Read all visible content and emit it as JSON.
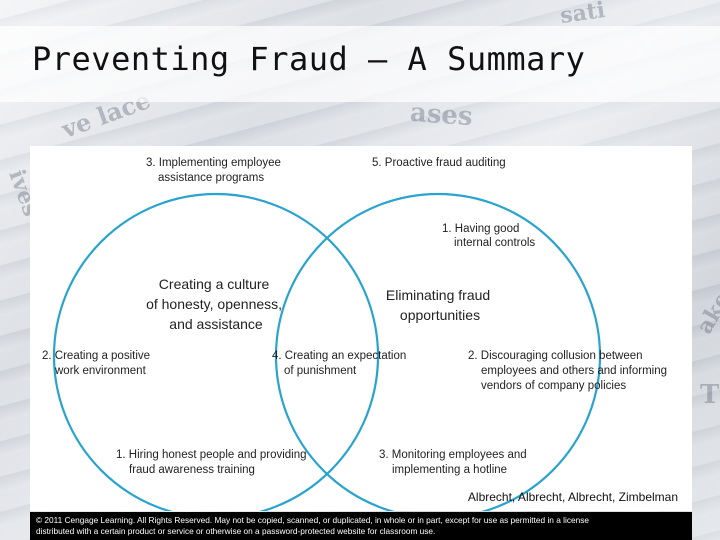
{
  "title": "Preventing Fraud – A Summary",
  "diagram": {
    "left_center": [
      "Creating a culture",
      "of honesty, openness,",
      "and assistance"
    ],
    "right_center": [
      "Eliminating fraud",
      "opportunities"
    ],
    "labels": {
      "top_left": [
        "3. Implementing employee",
        "assistance programs"
      ],
      "top_right": [
        "5. Proactive fraud auditing"
      ],
      "internal_controls": [
        "1. Having good",
        "internal controls"
      ],
      "left": [
        "2. Creating a positive",
        "work environment"
      ],
      "middle": [
        "4. Creating an expectation",
        "of punishment"
      ],
      "right": [
        "2. Discouraging collusion between",
        "employees and others and informing",
        "vendors of company policies"
      ],
      "bottom_left": [
        "1. Hiring honest people and providing",
        "fraud awareness training"
      ],
      "bottom_right": [
        "3. Monitoring employees and",
        "implementing a hotline"
      ]
    },
    "circle_color": "#2aa3cf"
  },
  "source": "Albrecht, Albrecht, Albrecht, Zimbelman",
  "copyright": [
    "© 2011 Cengage Learning. All Rights Reserved. May not be copied, scanned, or duplicated, in whole or in part, except for use as permitted in a license",
    "distributed with a certain product or service or otherwise on a password-protected website for classroom use."
  ]
}
